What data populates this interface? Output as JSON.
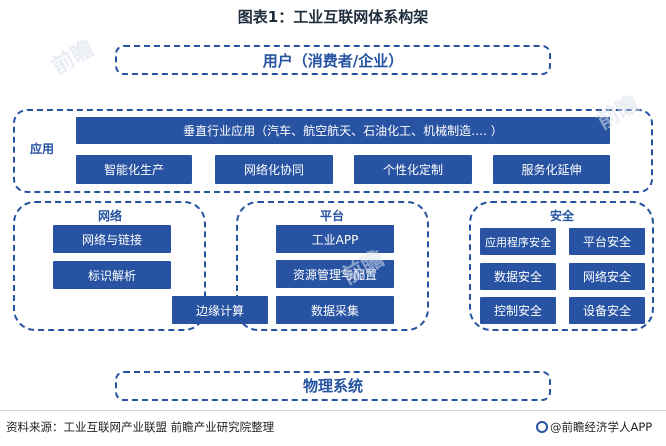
{
  "title": "图表1：工业互联网体系构架",
  "users_label": "用户（消费者/企业）",
  "application": {
    "label": "应用",
    "vertical": "垂直行业应用（汽车、航空航天、石油化工、机械制造…. ）",
    "items": [
      "智能化生产",
      "网络化协同",
      "个性化定制",
      "服务化延伸"
    ]
  },
  "network": {
    "label": "网络",
    "items": [
      "网络与链接",
      "标识解析"
    ]
  },
  "edge": "边缘计算",
  "platform": {
    "label": "平台",
    "items": [
      "工业APP",
      "资源管理与配置",
      "数据采集"
    ]
  },
  "security": {
    "label": "安全",
    "items": [
      "应用程序安全",
      "平台安全",
      "数据安全",
      "网络安全",
      "控制安全",
      "设备安全"
    ]
  },
  "physical_label": "物理系统",
  "footer": {
    "source": "资料来源：工业互联网产业联盟 前瞻产业研究院整理",
    "brand": "@前瞻经济学人APP"
  },
  "colors": {
    "box": "#2853a3",
    "dash": "#2453a1",
    "title": "#1f2d3d"
  }
}
